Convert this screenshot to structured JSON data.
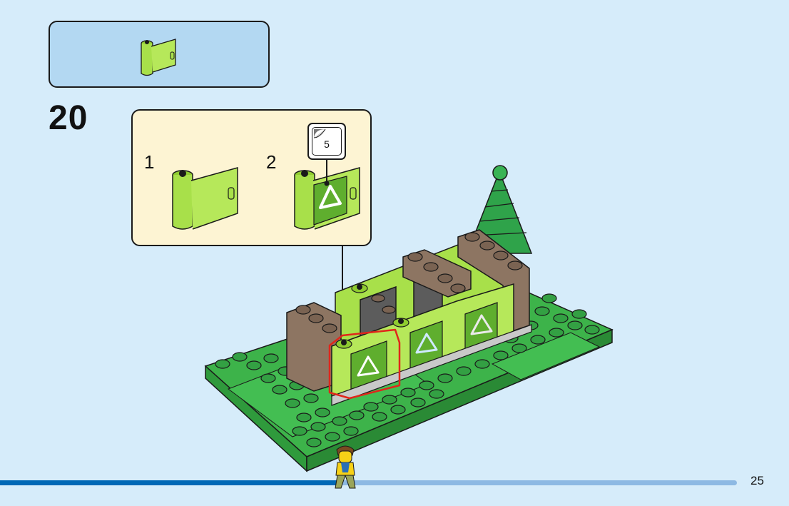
{
  "step": {
    "number": "20"
  },
  "substeps": [
    {
      "label": "1"
    },
    {
      "label": "2"
    }
  ],
  "sticker": {
    "count": "5"
  },
  "page": {
    "number": "25"
  },
  "progress": {
    "fraction": 0.46
  },
  "colors": {
    "background": "#d6ecfa",
    "parts_box": "#b3d8f2",
    "substep_box": "#fdf4d3",
    "lime": "#a8e04a",
    "green": "#3db34a",
    "brown": "#8d7562",
    "dark_gray": "#5c5c5c",
    "highlight": "#e0261b",
    "progress_fill": "#0068b5",
    "progress_track": "#8db9e3"
  }
}
